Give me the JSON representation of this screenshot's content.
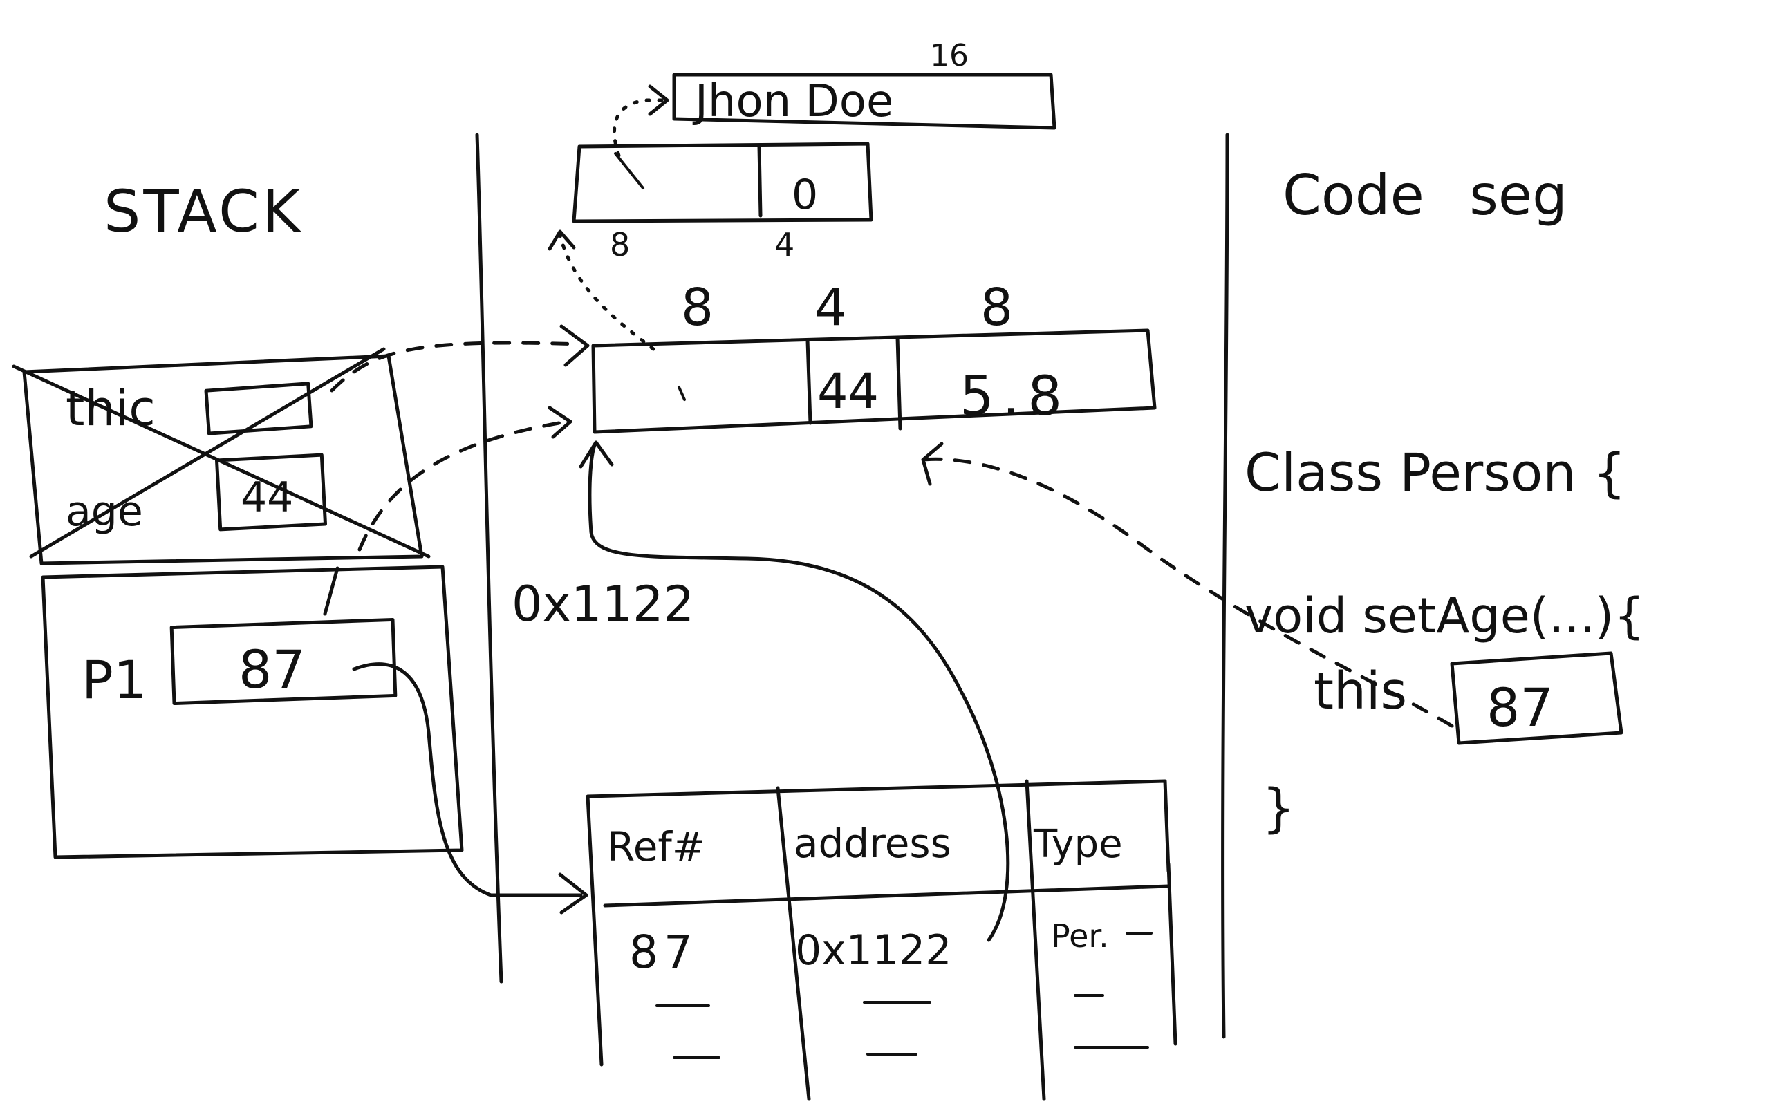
{
  "stack": {
    "title": "STACK",
    "frame1": {
      "this_label": "thic",
      "age_label": "age",
      "age_value": "44"
    },
    "frame2": {
      "p1_label": "P1",
      "p1_value": "87"
    }
  },
  "heap": {
    "address": "0x1122",
    "name_string": "Jhon Doe",
    "name_size": "16",
    "ref_cell_right": "0",
    "ref_size_left": "8",
    "ref_size_right": "4",
    "object": {
      "sizes": [
        "8",
        "4",
        "8"
      ],
      "age_value": "44",
      "height_value": "5.8"
    },
    "ref_table": {
      "headers": [
        "Ref#",
        "address",
        "Type"
      ],
      "row": [
        "87",
        "0x1122",
        "Per."
      ]
    }
  },
  "code": {
    "title": "Code seg",
    "class_line": "Class Person {",
    "method_line": "void setAge(...){",
    "this_label": "this",
    "this_value": "87",
    "close_brace": "}"
  }
}
